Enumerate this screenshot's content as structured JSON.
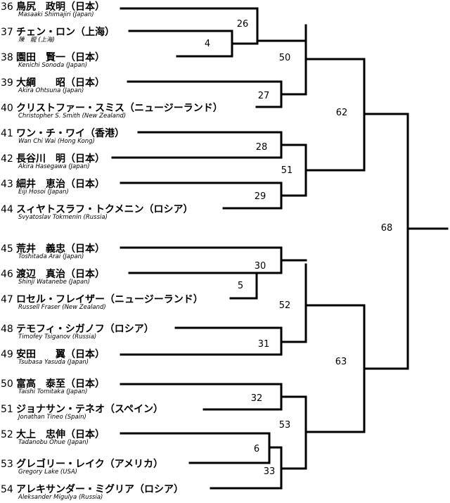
{
  "players": [
    {
      "num": "36",
      "name": "鳥尻　政明（日本）",
      "romaji": "Masaaki  Shimajiri (Japan)"
    },
    {
      "num": "37",
      "name": "チェン・ロン（上海）",
      "romaji": "陳　龍 (上海)"
    },
    {
      "num": "38",
      "name": "園田　賢一（日本）",
      "romaji": "Kenichi  Sonoda (Japan)"
    },
    {
      "num": "39",
      "name": "大綱　　昭（日本）",
      "romaji": "Akira  Ohtsuna (Japan)"
    },
    {
      "num": "40",
      "name": "クリストファー・スミス（ニュージーランド）",
      "romaji": "Christopher  S.  Smith (New Zealand)"
    },
    {
      "num": "41",
      "name": "ワン・チ・ワイ（香港）",
      "romaji": "Wan  Chi  Wai (Hong  Kong)"
    },
    {
      "num": "42",
      "name": "長谷川　明（日本）",
      "romaji": "Akira  Hasegawa (Japan)"
    },
    {
      "num": "43",
      "name": "細井　恵治（日本）",
      "romaji": "Eiji  Hosoi (Japan)"
    },
    {
      "num": "44",
      "name": "スィヤトスラフ・トクメニン（ロシア）",
      "romaji": "Svyatoslav  Tokmenin (Russia)"
    },
    {
      "num": "45",
      "name": "荒井　義忠（日本）",
      "romaji": "Toshitada  Arai  (Japan)"
    },
    {
      "num": "46",
      "name": "渡辺　真治（日本）",
      "romaji": "Shinji  Watanebe (Japan)"
    },
    {
      "num": "47",
      "name": "ロセル・フレイザー（ニュージーランド）",
      "romaji": "Russell  Fraser (New  Zealand)"
    },
    {
      "num": "48",
      "name": "テモフィ・シガノフ（ロシア）",
      "romaji": "Timofey  Tsiganov (Russia)"
    },
    {
      "num": "49",
      "name": "安田　　翼（日本）",
      "romaji": "Tsubasa  Yasuda (Japan)"
    },
    {
      "num": "50",
      "name": "富高　泰至（日本）",
      "romaji": "Taishi  Tomitaka (Japan)"
    },
    {
      "num": "51",
      "name": "ジョナサン・テネオ（スペイン）",
      "romaji": "Jonathan  Tineo (Spain)"
    },
    {
      "num": "52",
      "name": "大上　忠伸（日本）",
      "romaji": "Tadanobu  Ohue (Japan)"
    },
    {
      "num": "53",
      "name": "グレゴリー・レイク（アメリカ）",
      "romaji": "Gregory  Lake (USA)"
    },
    {
      "num": "54",
      "name": "アレキサンダー・ミグリア（ロシア）",
      "romaji": "Aleksander  Migulya (Russia)"
    }
  ],
  "matches": [
    "4",
    "26",
    "27",
    "50",
    "28",
    "29",
    "51",
    "62",
    "5",
    "30",
    "31",
    "52",
    "32",
    "6",
    "33",
    "53",
    "63",
    "68"
  ]
}
